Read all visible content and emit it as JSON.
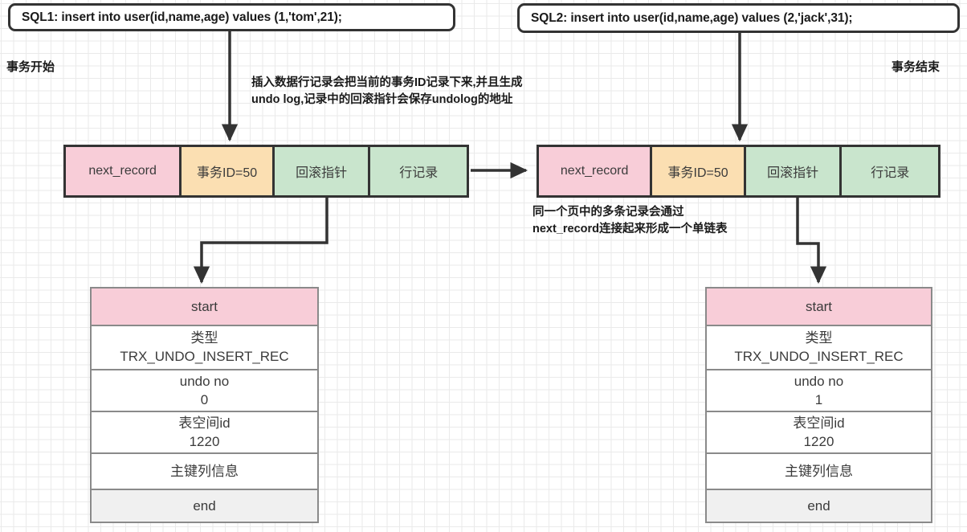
{
  "diagram": {
    "title_sql1": "SQL1:  insert into user(id,name,age) values (1,'tom',21);",
    "title_sql2": "SQL2:   insert into user(id,name,age) values (2,'jack',31);",
    "label_tx_begin": "事务开始",
    "label_tx_end": "事务结束",
    "note_insert_line1": "插入数据行记录会把当前的事务ID记录下来,并且生成",
    "note_insert_line2": "undo log,记录中的回滚指针会保存undolog的地址",
    "note_nextrecord_line1": "同一个页中的多条记录会通过",
    "note_nextrecord_line2": "next_record连接起来形成一个单链表"
  },
  "colors": {
    "pink": "#f8cdd8",
    "amber": "#fbdfb2",
    "green": "#c9e5cd",
    "gray": "#f0f0f0",
    "stroke": "#333333",
    "table_stroke": "#8a8a8a"
  },
  "records": [
    {
      "id": "record-1",
      "cells": [
        {
          "label": "next_record",
          "color": "pink"
        },
        {
          "label": "事务ID=50",
          "color": "amber"
        },
        {
          "label": "回滚指针",
          "color": "green"
        },
        {
          "label": "行记录",
          "color": "green"
        }
      ]
    },
    {
      "id": "record-2",
      "cells": [
        {
          "label": "next_record",
          "color": "pink"
        },
        {
          "label": "事务ID=50",
          "color": "amber"
        },
        {
          "label": "回滚指针",
          "color": "green"
        },
        {
          "label": "行记录",
          "color": "green"
        }
      ]
    }
  ],
  "undologs": [
    {
      "id": "undolog-1",
      "rows": [
        {
          "main": "start",
          "sub": "",
          "style": "head"
        },
        {
          "main": "类型",
          "sub": "TRX_UNDO_INSERT_REC",
          "style": "body"
        },
        {
          "main": "undo no",
          "sub": "0",
          "style": "body"
        },
        {
          "main": "表空间id",
          "sub": "1220",
          "style": "body"
        },
        {
          "main": "主键列信息",
          "sub": "",
          "style": "body"
        },
        {
          "main": "end",
          "sub": "",
          "style": "foot"
        }
      ]
    },
    {
      "id": "undolog-2",
      "rows": [
        {
          "main": "start",
          "sub": "",
          "style": "head"
        },
        {
          "main": "类型",
          "sub": "TRX_UNDO_INSERT_REC",
          "style": "body"
        },
        {
          "main": "undo no",
          "sub": "1",
          "style": "body"
        },
        {
          "main": "表空间id",
          "sub": "1220",
          "style": "body"
        },
        {
          "main": "主键列信息",
          "sub": "",
          "style": "body"
        },
        {
          "main": "end",
          "sub": "",
          "style": "foot"
        }
      ]
    }
  ]
}
